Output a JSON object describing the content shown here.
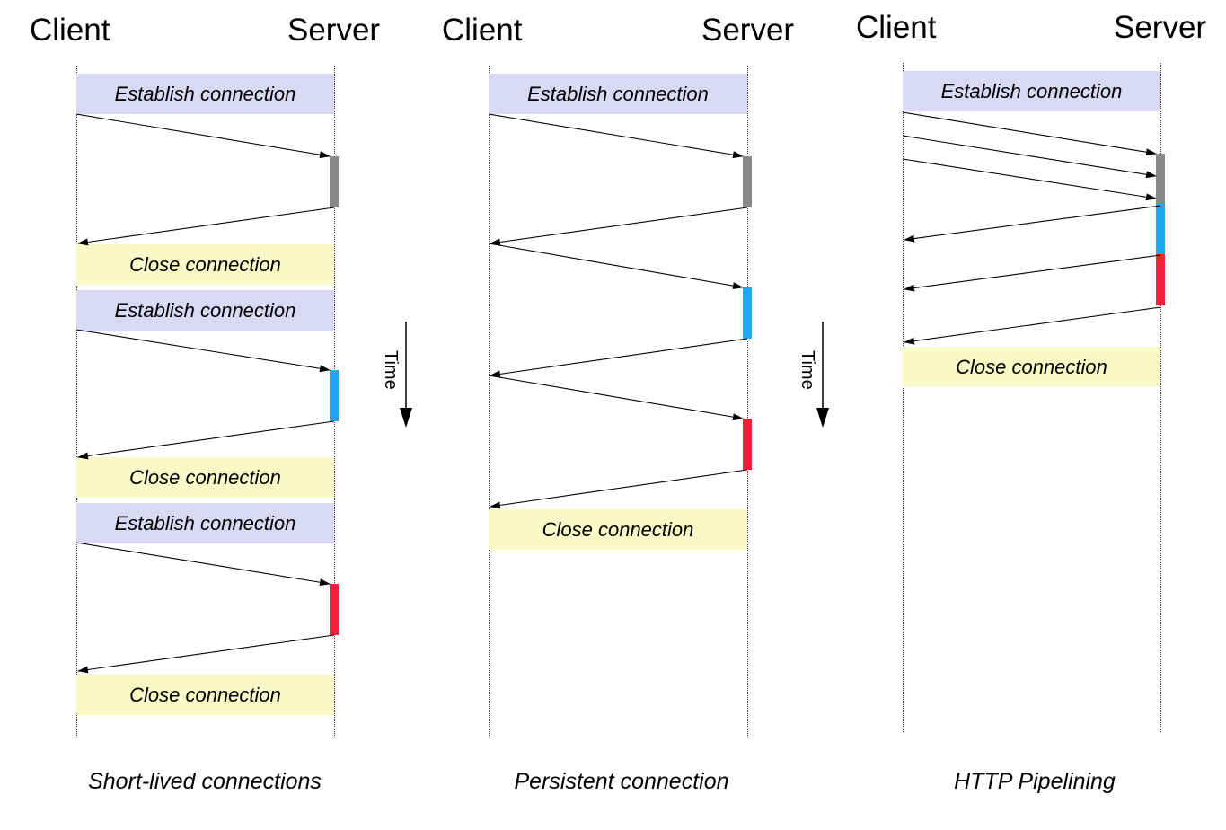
{
  "diagrams": [
    {
      "client_label": "Client",
      "server_label": "Server",
      "caption": "Short-lived connections",
      "establish_labels": [
        "Establish connection",
        "Establish connection",
        "Establish connection"
      ],
      "close_labels": [
        "Close connection",
        "Close connection",
        "Close connection"
      ]
    },
    {
      "client_label": "Client",
      "server_label": "Server",
      "caption": "Persistent connection",
      "establish_labels": [
        "Establish connection"
      ],
      "close_labels": [
        "Close connection"
      ]
    },
    {
      "client_label": "Client",
      "server_label": "Server",
      "caption": "HTTP Pipelining",
      "establish_labels": [
        "Establish connection"
      ],
      "close_labels": [
        "Close connection"
      ]
    }
  ],
  "time_label": "Time",
  "colors": {
    "establish_band": "#d9d9f5",
    "close_band": "#fafac8",
    "request_1": "#888888",
    "request_2": "#1ea7f0",
    "request_3": "#f0203a"
  }
}
